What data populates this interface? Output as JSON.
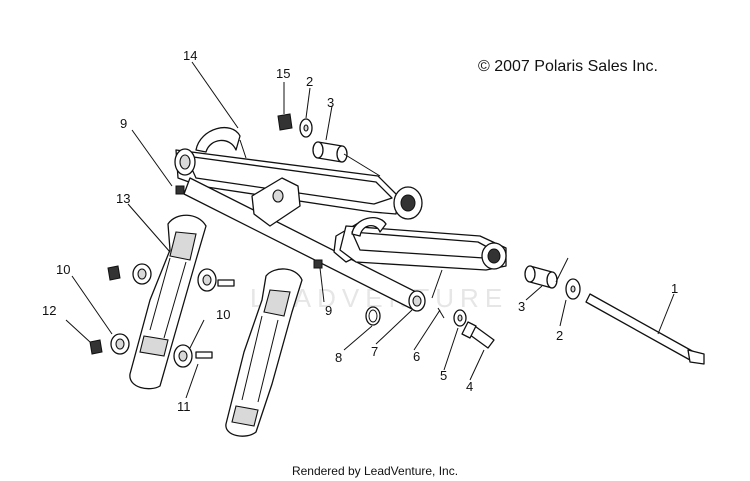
{
  "copyright": "© 2007 Polaris Sales Inc.",
  "footer": "Rendered by LeadVenture, Inc.",
  "watermark": "LEADVENTURE",
  "callouts": {
    "c1": "1",
    "c2a": "2",
    "c2b": "2",
    "c3a": "3",
    "c3b": "3",
    "c4": "4",
    "c5": "5",
    "c6": "6",
    "c7": "7",
    "c8": "8",
    "c9a": "9",
    "c9b": "9",
    "c10a": "10",
    "c10b": "10",
    "c11": "11",
    "c12": "12",
    "c13": "13",
    "c14": "14",
    "c15": "15"
  }
}
